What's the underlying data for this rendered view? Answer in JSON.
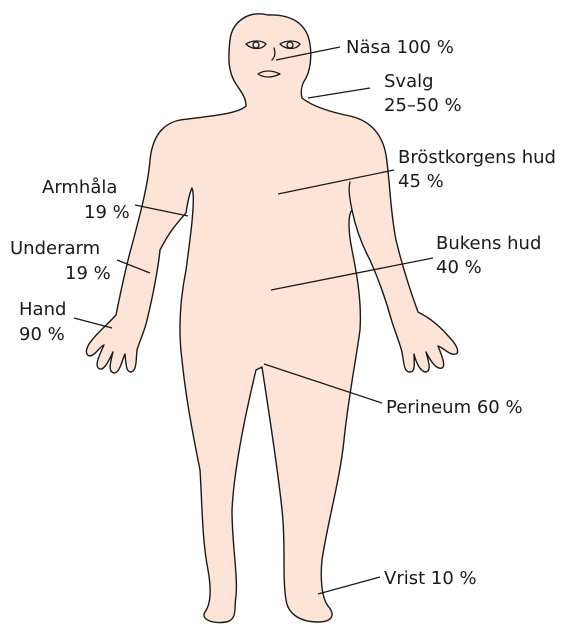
{
  "labels": {
    "nasa": {
      "line1": "Näsa 100 %"
    },
    "svalg": {
      "line1": "Svalg",
      "line2": "25–50 %"
    },
    "brostkorg": {
      "line1": "Bröstkorgens hud",
      "line2": "45 %"
    },
    "armhala": {
      "line1": "Armhåla",
      "line2": "19 %"
    },
    "underarm": {
      "line1": "Underarm",
      "line2": "19 %"
    },
    "bukens": {
      "line1": "Bukens hud",
      "line2": "40 %"
    },
    "hand": {
      "line1": "Hand",
      "line2": "90 %"
    },
    "perineum": {
      "line1": "Perineum 60 %"
    },
    "vrist": {
      "line1": "Vrist  10 %"
    }
  },
  "colors": {
    "skin": "#fde4d6",
    "outline": "#1a1a1a"
  }
}
